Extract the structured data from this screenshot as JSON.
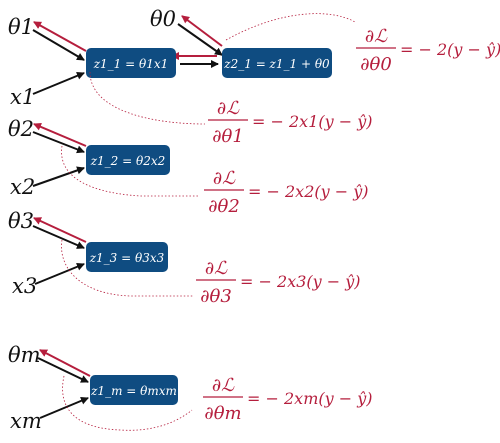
{
  "colors": {
    "node_fill": "#0f4c81",
    "grad_red": "#b51e3d",
    "arrow_black": "#111111"
  },
  "row1": {
    "theta_label": "θ1",
    "theta0_label": "θ0",
    "x_label": "x1",
    "node_left": "z1_1 = θ1x1",
    "node_right": "z2_1 = z1_1 + θ0",
    "grad_theta0": {
      "numer": "∂ℒ",
      "denom": "∂θ0",
      "rhs": "= − 2(y − ŷ)"
    },
    "grad_theta1": {
      "numer": "∂ℒ",
      "denom": "∂θ1",
      "rhs": "= − 2x1(y − ŷ)"
    }
  },
  "row2": {
    "theta_label": "θ2",
    "x_label": "x2",
    "node": "z1_2 = θ2x2",
    "grad": {
      "numer": "∂ℒ",
      "denom": "∂θ2",
      "rhs": "= − 2x2(y − ŷ)"
    }
  },
  "row3": {
    "theta_label": "θ3",
    "x_label": "x3",
    "node": "z1_3 = θ3x3",
    "grad": {
      "numer": "∂ℒ",
      "denom": "∂θ3",
      "rhs": "= − 2x3(y − ŷ)"
    }
  },
  "rowm": {
    "theta_label": "θm",
    "x_label": "xm",
    "node": "z1_m = θmxm",
    "grad": {
      "numer": "∂ℒ",
      "denom": "∂θm",
      "rhs": "= − 2xm(y − ŷ)"
    }
  }
}
